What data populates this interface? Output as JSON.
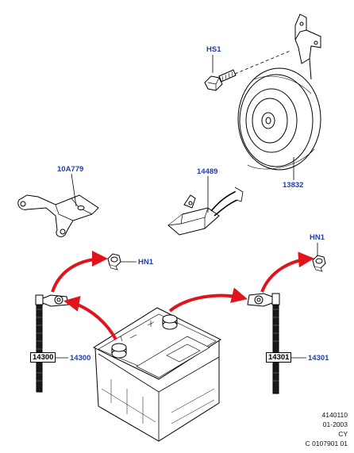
{
  "colors": {
    "callout": "#1f3fb0",
    "arrow": "#e0151b",
    "line": "#000000",
    "box_text": "#000000"
  },
  "labels": {
    "hs1": "HS1",
    "horn": "13832",
    "bracket": "10A779",
    "connector": "14489",
    "nut_left": "HN1",
    "nut_right": "HN1",
    "cable_left": "14300",
    "cable_right": "14301"
  },
  "boxes": {
    "cable_left": "14300",
    "cable_right": "14301"
  },
  "footer": {
    "line1": "4140110",
    "line2": "01-2003",
    "line3": "CY",
    "line4": "C 0107901 01"
  }
}
